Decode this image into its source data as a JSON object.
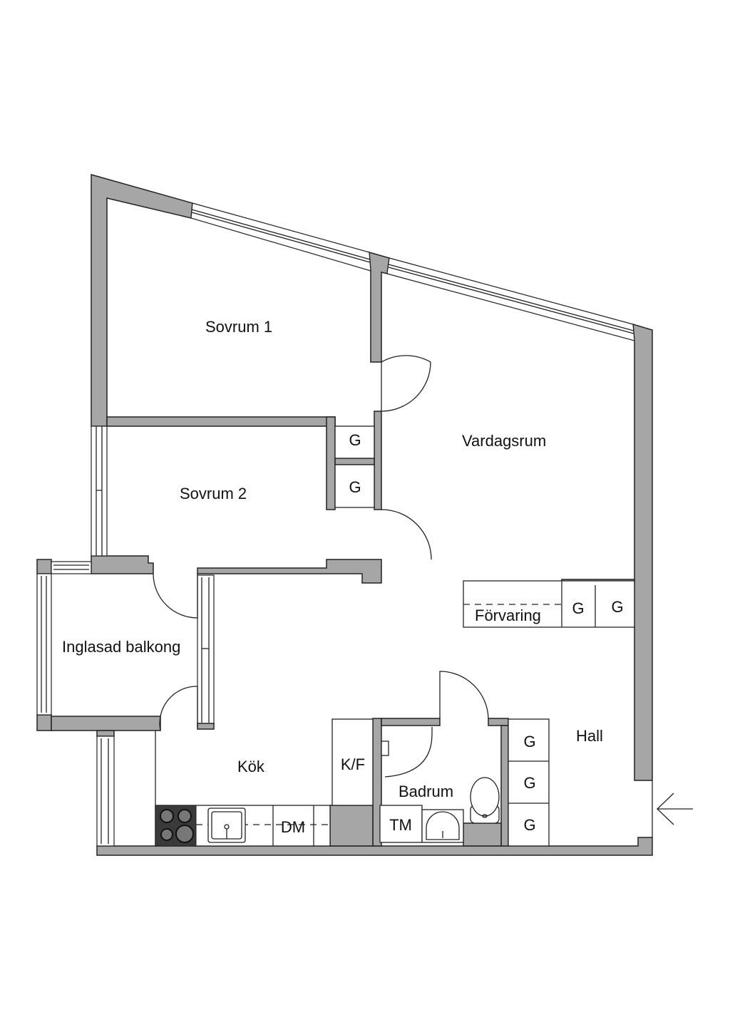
{
  "rooms": {
    "sovrum1": "Sovrum 1",
    "sovrum2": "Sovrum 2",
    "vardagsrum": "Vardagsrum",
    "balkong": "Inglasad balkong",
    "kok": "Kök",
    "badrum": "Badrum",
    "hall": "Hall",
    "forvaring": "Förvaring"
  },
  "fixtures": {
    "garderob": "G",
    "kyl_frys": "K/F",
    "diskmaskin": "DM",
    "tvattmaskin": "TM"
  },
  "colors": {
    "wall": "#a6a6a6",
    "stove": "#3a3a3a"
  }
}
